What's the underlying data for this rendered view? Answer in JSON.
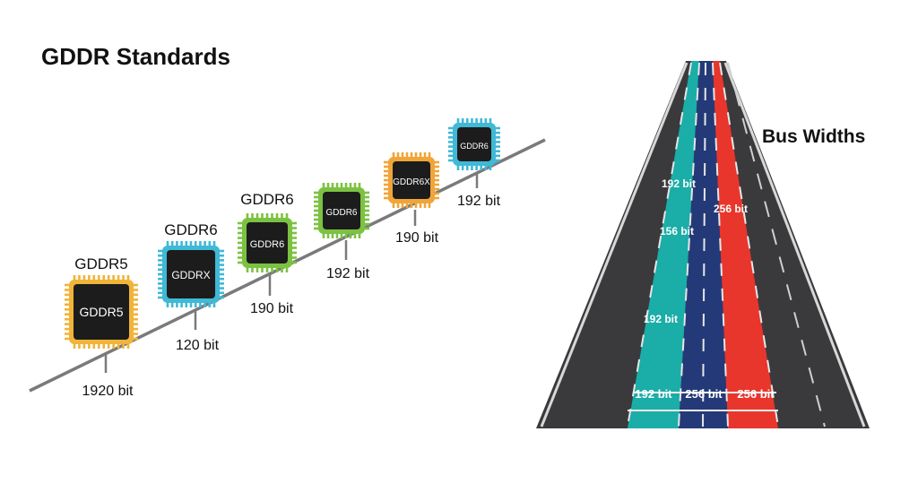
{
  "left_panel": {
    "title": "GDDR Standards",
    "chips": [
      {
        "header": "GDDR5",
        "label": "GDDR5",
        "width": "1920 bit",
        "frame_color": "#f0b43a"
      },
      {
        "header": "GDDR6",
        "label": "GDDRX",
        "width": "120 bit",
        "frame_color": "#3fb9d6"
      },
      {
        "header": "GDDR6",
        "label": "GDDR6",
        "width": "190 bit",
        "frame_color": "#7cc242"
      },
      {
        "header": "",
        "label": "GDDR6",
        "width": "192 bit",
        "frame_color": "#7cc242"
      },
      {
        "header": "",
        "label": "GDDR6X",
        "width": "190 bit",
        "frame_color": "#f0a53a"
      },
      {
        "header": "",
        "label": "GDDR6",
        "width": "192 bit",
        "frame_color": "#3fb9d6"
      }
    ]
  },
  "right_panel": {
    "title": "Bus Widths",
    "lanes": [
      {
        "color": "#1bada7",
        "labels": [
          "192 bit",
          "156 bit",
          "192 bit",
          "192 bit"
        ]
      },
      {
        "color": "#243a78",
        "labels": [
          "256 bit"
        ]
      },
      {
        "color": "#e8362d",
        "labels": [
          "256 bit",
          "256 bit"
        ]
      }
    ]
  },
  "colors": {
    "road": "#3a3a3c",
    "road_edge": "#1f1f20",
    "timeline": "#7a7a7a",
    "chip_body": "#1c1c1c"
  }
}
